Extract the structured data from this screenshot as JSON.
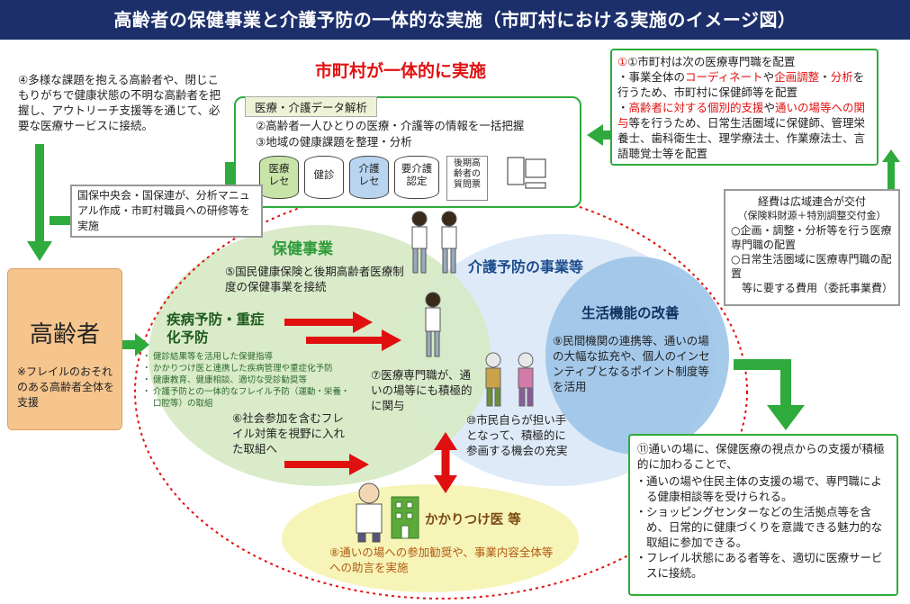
{
  "title": "高齢者の保健事業と介護予防の一体的な実施（市町村における実施のイメージ図）",
  "center_heading": "市町村が一体的に実施",
  "note4": "④多様な課題を抱える高齢者や、閉じこもりがちで健康状態の不明な高齢者を把握し、アウトリーチ支援等を通じて、必要な医療サービスに接続。",
  "data_analysis": {
    "tab": "医療・介護データ解析",
    "line2": "②高齢者一人ひとりの医療・介護等の情報を一括把握",
    "line3": "③地域の健康課題を整理・分析",
    "db": [
      "医療\nレセ",
      "健診",
      "介護\nレセ",
      "要介護\n認定",
      "後期高\n齢者の\n質問票"
    ]
  },
  "national_support": "国保中央会・国保連が、分析マニュアル作成・市町村職員への研修等を実施",
  "box1": {
    "l1": "①市町村は次の医療専門職を配置",
    "l2a": "・事業全体の",
    "l2b": "コーディネート",
    "l2c": "や",
    "l2d": "企画調整",
    "l2e": "・",
    "l2f": "分析",
    "l2g": "を行うため、市町村に保健師等を配置",
    "l3a": "・",
    "l3b": "高齢者に対する個別的支援",
    "l3c": "や",
    "l3d": "通いの場等への関与",
    "l3e": "等を行うため、日常生活圏域に保健師、管理栄養士、歯科衛生士、理学療法士、作業療法士、言語聴覚士等を配置"
  },
  "funding": {
    "l1": "経費は広域連合が交付",
    "l2": "（保険料財源＋特別調整交付金）",
    "l3": "○企画・調整・分析等を行う医療専門職の配置",
    "l4": "○日常生活圏域に医療専門職の配置",
    "l5": "等に要する費用（委託事業費）"
  },
  "elderly": {
    "label": "高齢者",
    "note": "※フレイルのおそれのある高齢者全体を支援"
  },
  "health": {
    "title": "保健事業",
    "note5": "⑤国民健康保険と後期高齢者医療制度の保健事業を接続",
    "disease_title": "疾病予防・重症化予防",
    "items": [
      "健診結果等を活用した保健指導",
      "かかりつけ医と連携した疾病管理や重症化予防",
      "健康教育、健康相談、適切な受診勧奨等",
      "介護予防との一体的なフレイル予防（運動・栄養・口腔等）の取組"
    ],
    "note6": "⑥社会参加を含むフレイル対策を視野に入れた取組へ"
  },
  "care": {
    "title": "介護予防の事業等",
    "life_title": "生活機能の改善",
    "note9": "⑨民間機関の連携等、通いの場の大幅な拡充や、個人のインセンティブとなるポイント制度等を活用",
    "note7": "⑦医療専門職が、通いの場等にも積極的に関与",
    "note10": "⑩市民自らが担い手となって、積極的に参画する機会の充実"
  },
  "doctor": {
    "title": "かかりつけ医 等",
    "note8": "⑧通いの場への参加勧奨や、事業内容全体等への助言を実施"
  },
  "box11": {
    "l1": "⑪通いの場に、保健医療の視点からの支援が積極的に加わることで、",
    "items": [
      "通いの場や住民主体の支援の場で、専門職による健康相談等を受けられる。",
      "ショッピングセンターなどの生活拠点等を含め、日常的に健康づくりを意識できる魅力的な取組に参加できる。",
      "フレイル状態にある者等を、適切に医療サービスに接続。"
    ]
  },
  "colors": {
    "title_bg": "#1c2f6b",
    "green": "#2eab3c",
    "red": "#e01010",
    "health_circle": "#d6e9c4",
    "care_circle": "#dce9f7",
    "life_circle": "#9cc4e8",
    "doctor_circle": "#f7f4b8",
    "elderly_box": "#f6c58e"
  }
}
